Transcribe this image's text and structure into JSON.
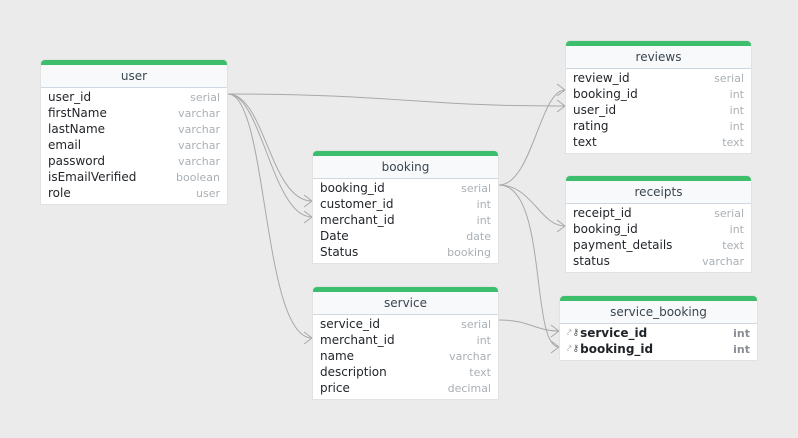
{
  "tables": {
    "user": {
      "name": "user",
      "fields": [
        {
          "name": "user_id",
          "type": "serial"
        },
        {
          "name": "firstName",
          "type": "varchar"
        },
        {
          "name": "lastName",
          "type": "varchar"
        },
        {
          "name": "email",
          "type": "varchar"
        },
        {
          "name": "password",
          "type": "varchar"
        },
        {
          "name": "isEmailVerified",
          "type": "boolean"
        },
        {
          "name": "role",
          "type": "user"
        }
      ]
    },
    "booking": {
      "name": "booking",
      "fields": [
        {
          "name": "booking_id",
          "type": "serial"
        },
        {
          "name": "customer_id",
          "type": "int"
        },
        {
          "name": "merchant_id",
          "type": "int"
        },
        {
          "name": "Date",
          "type": "date"
        },
        {
          "name": "Status",
          "type": "booking"
        }
      ]
    },
    "service": {
      "name": "service",
      "fields": [
        {
          "name": "service_id",
          "type": "serial"
        },
        {
          "name": "merchant_id",
          "type": "int"
        },
        {
          "name": "name",
          "type": "varchar"
        },
        {
          "name": "description",
          "type": "text"
        },
        {
          "name": "price",
          "type": "decimal"
        }
      ]
    },
    "reviews": {
      "name": "reviews",
      "fields": [
        {
          "name": "review_id",
          "type": "serial"
        },
        {
          "name": "booking_id",
          "type": "int"
        },
        {
          "name": "user_id",
          "type": "int"
        },
        {
          "name": "rating",
          "type": "int"
        },
        {
          "name": "text",
          "type": "text"
        }
      ]
    },
    "receipts": {
      "name": "receipts",
      "fields": [
        {
          "name": "receipt_id",
          "type": "serial"
        },
        {
          "name": "booking_id",
          "type": "int"
        },
        {
          "name": "payment_details",
          "type": "text"
        },
        {
          "name": "status",
          "type": "varchar"
        }
      ]
    },
    "service_booking": {
      "name": "service_booking",
      "fields": [
        {
          "name": "service_id",
          "type": "int"
        },
        {
          "name": "booking_id",
          "type": "int"
        }
      ]
    }
  },
  "edge_color": "#a8a8a8",
  "header_color": "#3dbe6c"
}
